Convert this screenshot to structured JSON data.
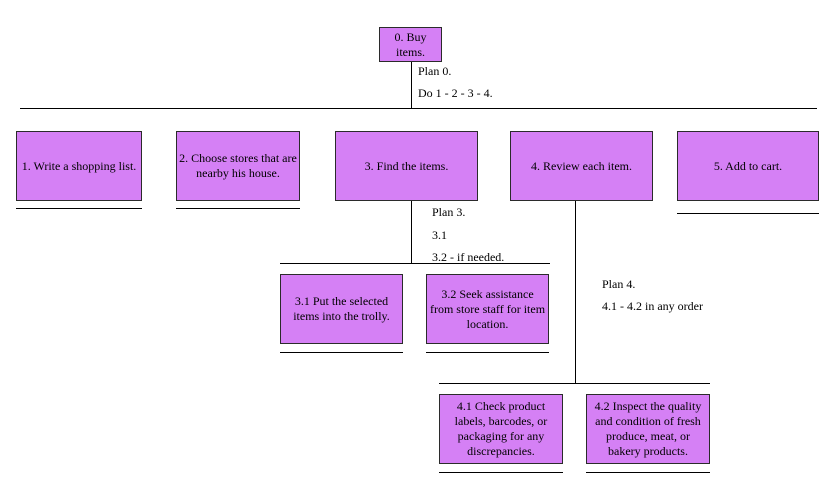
{
  "colors": {
    "box_fill": "#d580f5",
    "box_border": "#2b2b2b",
    "line": "#000000"
  },
  "root": {
    "label": "0. Buy items."
  },
  "plan0": {
    "title": "Plan 0.",
    "text": "Do 1 - 2 - 3 - 4."
  },
  "tasks": [
    {
      "label": "1. Write a shopping list."
    },
    {
      "label": "2. Choose stores that are nearby his house."
    },
    {
      "label": "3. Find the items."
    },
    {
      "label": "4. Review each item."
    },
    {
      "label": "5. Add to cart."
    }
  ],
  "plan3": {
    "title": "Plan 3.",
    "line1": "3.1",
    "line2": "3.2 - if needed."
  },
  "sub3": [
    {
      "label": "3.1 Put the selected items into the trolly."
    },
    {
      "label": "3.2 Seek assistance from store staff for item location."
    }
  ],
  "plan4": {
    "title": "Plan 4.",
    "text": "4.1 - 4.2 in any order"
  },
  "sub4": [
    {
      "label": "4.1 Check product labels, barcodes, or packaging for any discrepancies."
    },
    {
      "label": "4.2 Inspect the quality and condition of fresh produce, meat, or bakery products."
    }
  ]
}
